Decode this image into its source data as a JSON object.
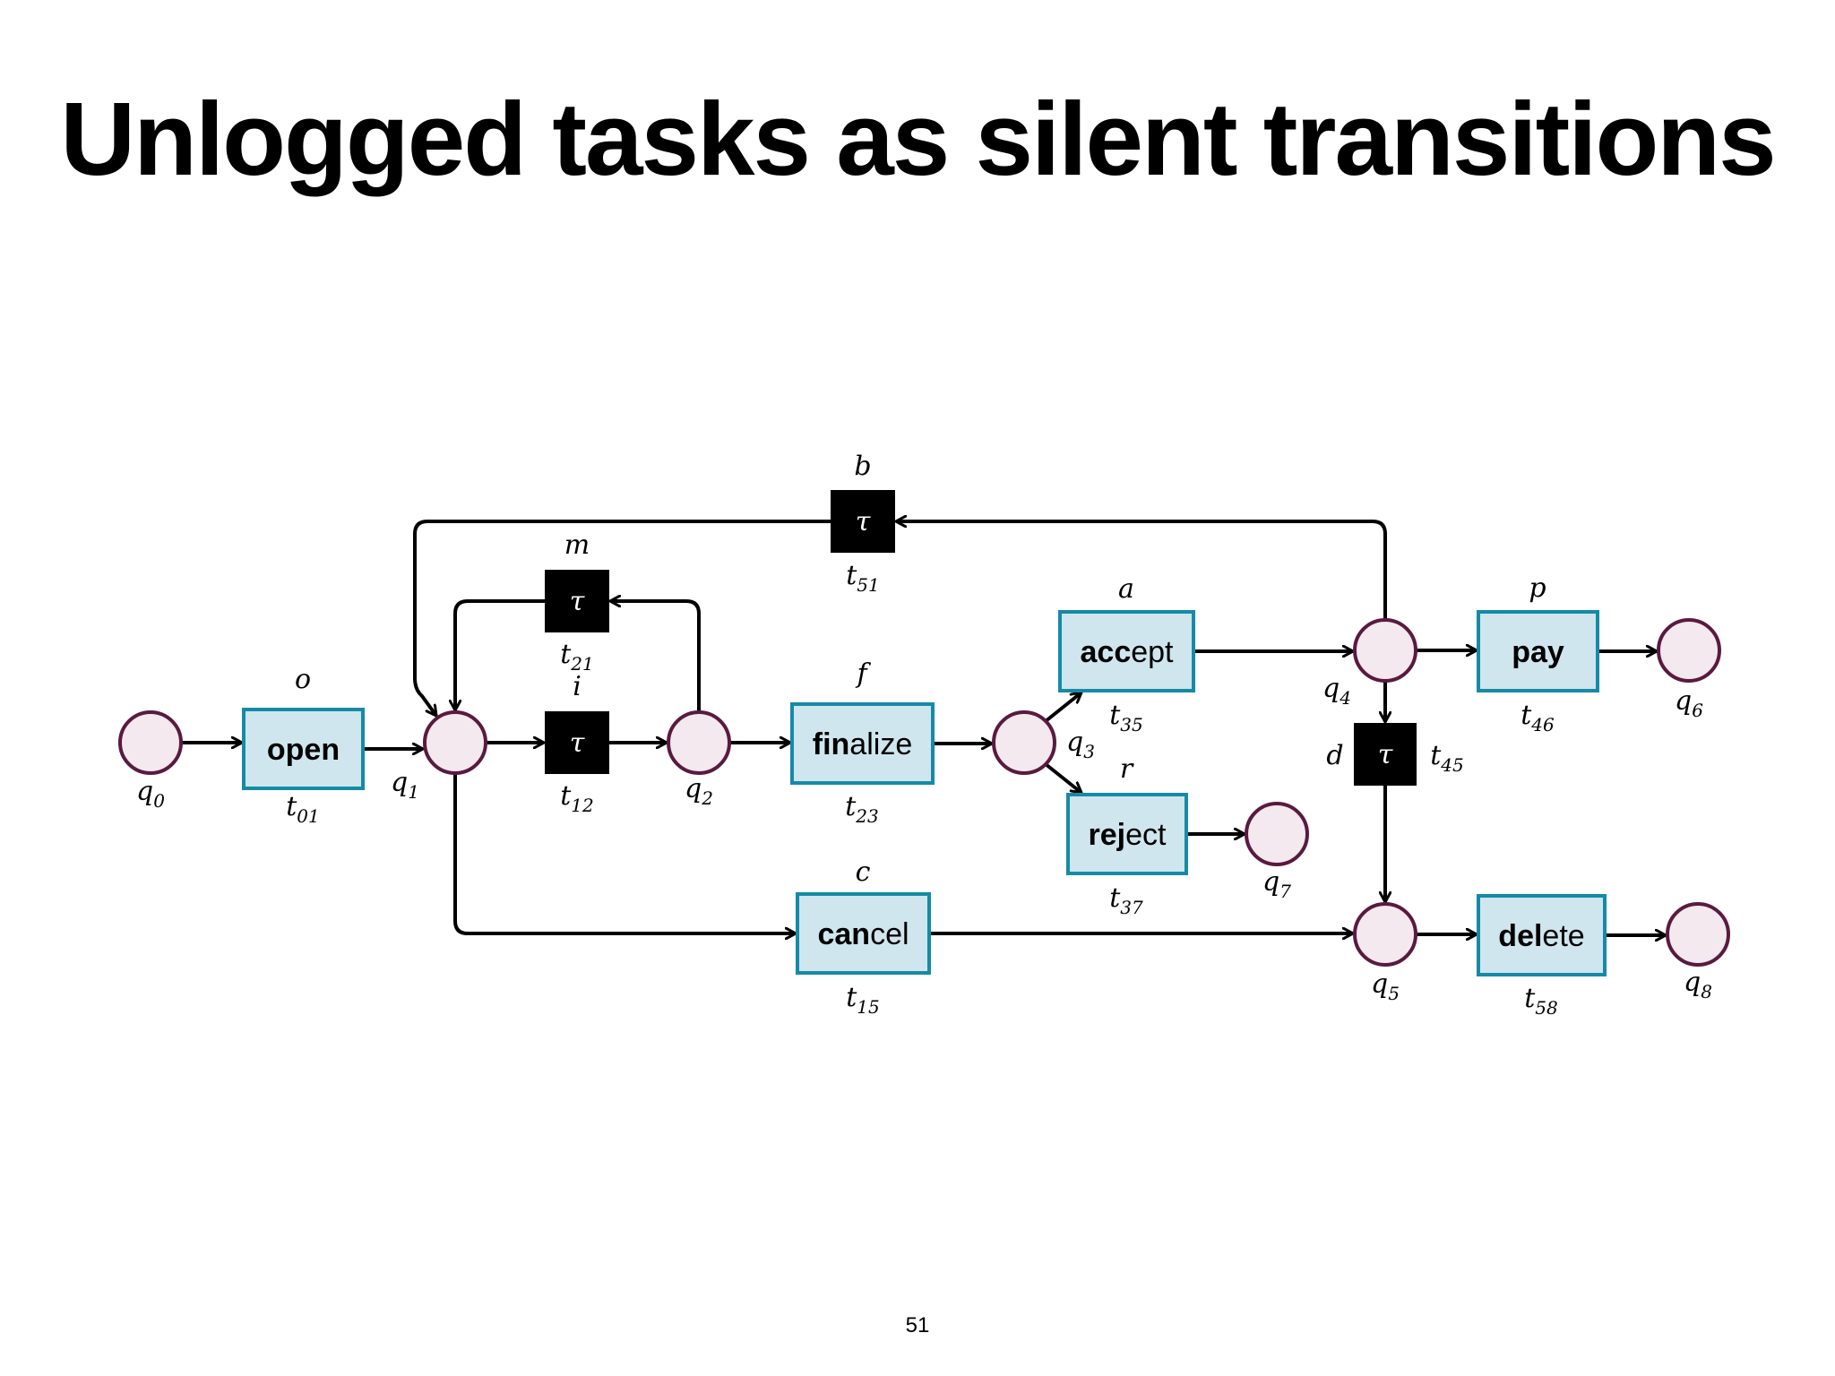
{
  "title": "Unlogged tasks as silent transitions",
  "page_number": "51",
  "colors": {
    "place_fill": "#f3e9ee",
    "place_stroke": "#5a1a40",
    "task_fill": "#cfe6ee",
    "task_stroke": "#168aa6",
    "silent_fill": "#000000"
  },
  "places": [
    {
      "id": "q0",
      "label": "q",
      "sub": "0"
    },
    {
      "id": "q1",
      "label": "q",
      "sub": "1"
    },
    {
      "id": "q2",
      "label": "q",
      "sub": "2"
    },
    {
      "id": "q3",
      "label": "q",
      "sub": "3"
    },
    {
      "id": "q4",
      "label": "q",
      "sub": "4"
    },
    {
      "id": "q5",
      "label": "q",
      "sub": "5"
    },
    {
      "id": "q6",
      "label": "q",
      "sub": "6"
    },
    {
      "id": "q7",
      "label": "q",
      "sub": "7"
    },
    {
      "id": "q8",
      "label": "q",
      "sub": "8"
    }
  ],
  "transitions": [
    {
      "id": "t01",
      "kind": "task",
      "name_bold": "open",
      "name_rest": "",
      "letter": "o",
      "label": "t",
      "sub": "01"
    },
    {
      "id": "t12",
      "kind": "silent",
      "symbol": "τ",
      "letter": "i",
      "label": "t",
      "sub": "12"
    },
    {
      "id": "t21",
      "kind": "silent",
      "symbol": "τ",
      "letter": "m",
      "label": "t",
      "sub": "21"
    },
    {
      "id": "t51",
      "kind": "silent",
      "symbol": "τ",
      "letter": "b",
      "label": "t",
      "sub": "51"
    },
    {
      "id": "t23",
      "kind": "task",
      "name_bold": "fin",
      "name_rest": "alize",
      "letter": "f",
      "label": "t",
      "sub": "23"
    },
    {
      "id": "t15",
      "kind": "task",
      "name_bold": "can",
      "name_rest": "cel",
      "letter": "c",
      "label": "t",
      "sub": "15"
    },
    {
      "id": "t35",
      "kind": "task",
      "name_bold": "acc",
      "name_rest": "ept",
      "letter": "a",
      "label": "t",
      "sub": "35"
    },
    {
      "id": "t37",
      "kind": "task",
      "name_bold": "rej",
      "name_rest": "ect",
      "letter": "r",
      "label": "t",
      "sub": "37"
    },
    {
      "id": "t45",
      "kind": "silent",
      "symbol": "τ",
      "letter": "d",
      "label": "t",
      "sub": "45"
    },
    {
      "id": "t46",
      "kind": "task",
      "name_bold": "pay",
      "name_rest": "",
      "letter": "p",
      "label": "t",
      "sub": "46"
    },
    {
      "id": "t58",
      "kind": "task",
      "name_bold": "del",
      "name_rest": "ete",
      "letter": "",
      "label": "t",
      "sub": "58"
    }
  ],
  "arcs": [
    {
      "from": "q0",
      "to": "t01"
    },
    {
      "from": "t01",
      "to": "q1"
    },
    {
      "from": "q1",
      "to": "t12"
    },
    {
      "from": "t12",
      "to": "q2"
    },
    {
      "from": "q2",
      "to": "t21"
    },
    {
      "from": "t21",
      "to": "q1"
    },
    {
      "from": "q2",
      "to": "t23"
    },
    {
      "from": "t23",
      "to": "q3"
    },
    {
      "from": "q1",
      "to": "t15"
    },
    {
      "from": "t15",
      "to": "q5"
    },
    {
      "from": "q3",
      "to": "t35"
    },
    {
      "from": "q3",
      "to": "t37"
    },
    {
      "from": "t35",
      "to": "q4"
    },
    {
      "from": "t37",
      "to": "q7"
    },
    {
      "from": "q4",
      "to": "t51"
    },
    {
      "from": "t51",
      "to": "q1"
    },
    {
      "from": "q4",
      "to": "t46"
    },
    {
      "from": "t46",
      "to": "q6"
    },
    {
      "from": "q4",
      "to": "t45"
    },
    {
      "from": "t45",
      "to": "q5"
    },
    {
      "from": "q5",
      "to": "t58"
    },
    {
      "from": "t58",
      "to": "q8"
    }
  ]
}
